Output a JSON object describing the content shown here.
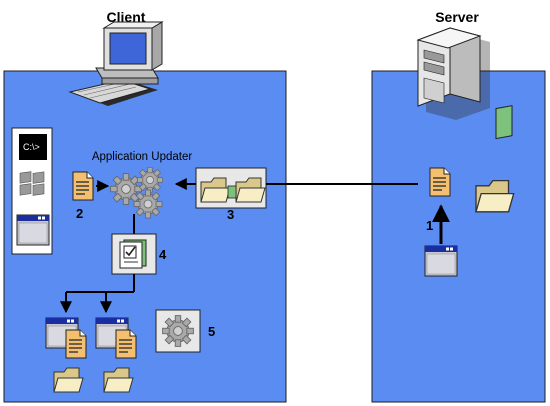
{
  "labels": {
    "client": "Client",
    "server": "Server",
    "updater": "Application Updater",
    "step1": "1",
    "step2": "2",
    "step3": "3",
    "step4": "4",
    "step5": "5",
    "cmd_prompt": "C:\\>"
  },
  "colors": {
    "panel_fill": "#5b8cf2",
    "panel_stroke": "#1c1c1c",
    "box_fill": "#e8e8e8",
    "doc_orange": "#e8a040",
    "folder_beige": "#f3e6b0",
    "gear_gray": "#9a9a9a",
    "window_title_blue": "#1a2ea0",
    "check_green": "#7cc27c"
  },
  "icons": {
    "client_computer": "desktop-computer-icon",
    "server_tower": "server-tower-icon",
    "command_prompt": "command-prompt-icon",
    "windows_logo": "windows-logo-icon",
    "app_window": "application-window-icon",
    "manifest_document": "document-icon",
    "updater_gears": "gears-icon",
    "download_folders": "folder-transfer-icon",
    "validation": "checklist-icon",
    "restart_gear": "gear-icon"
  }
}
